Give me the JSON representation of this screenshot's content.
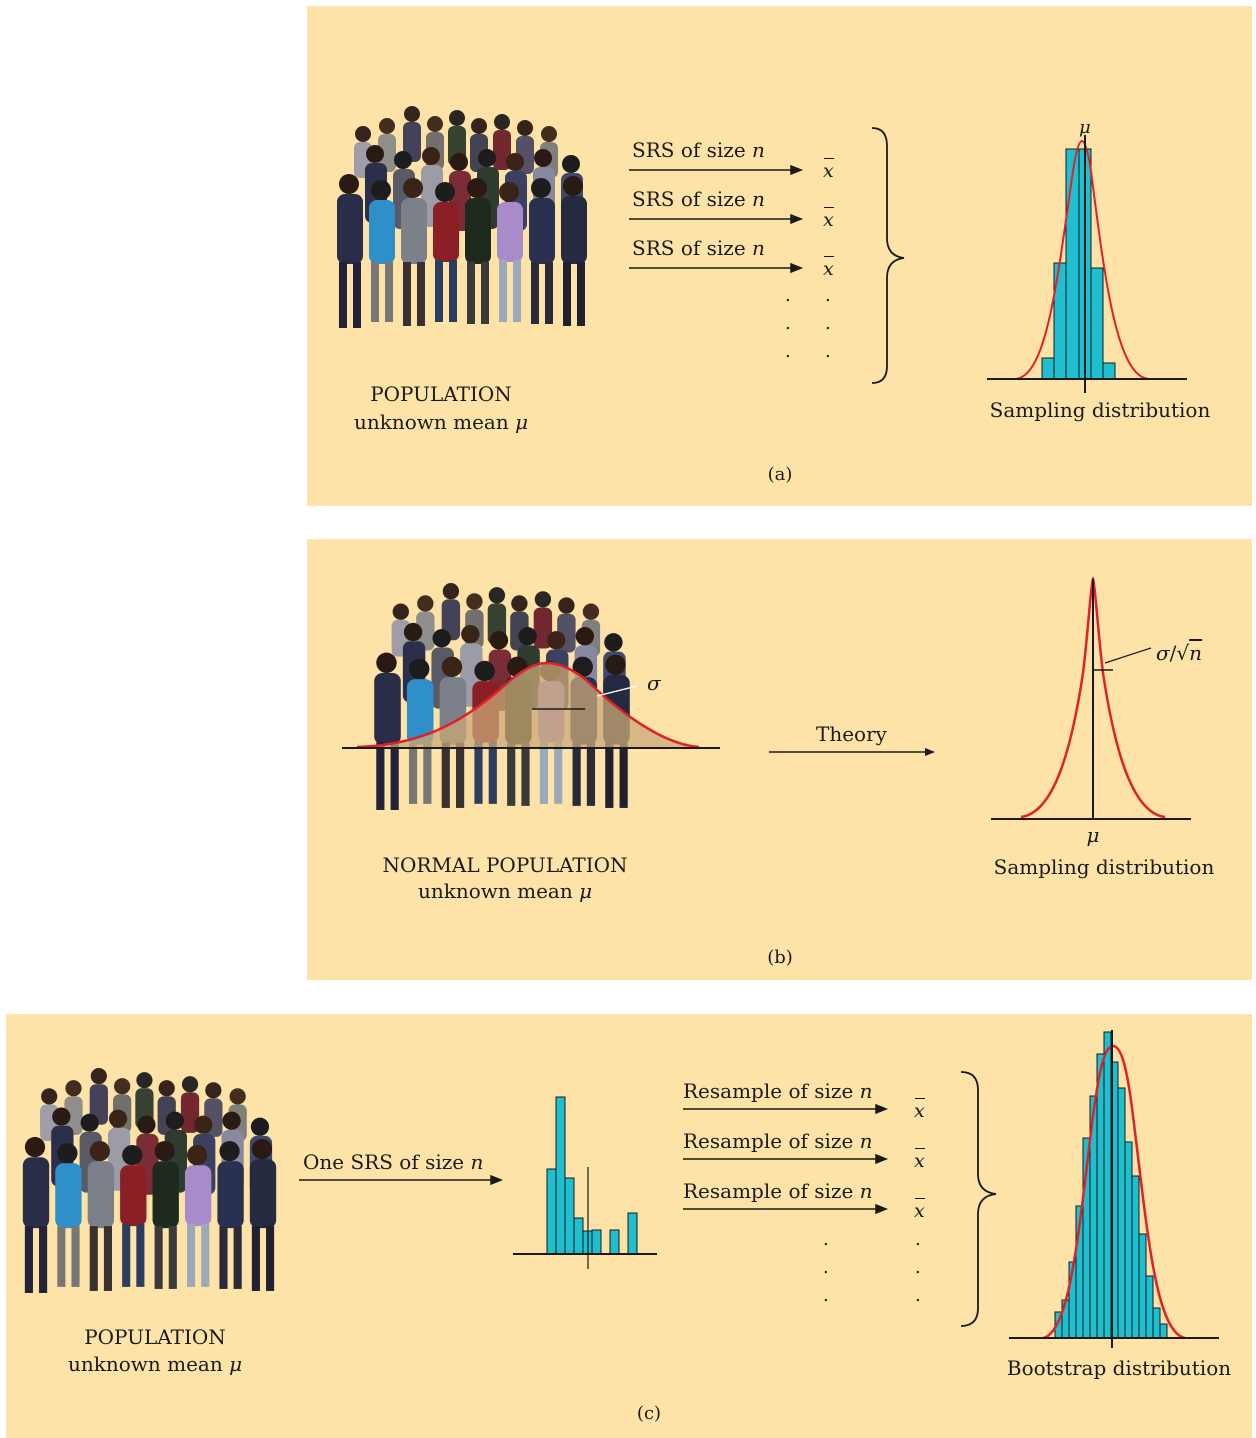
{
  "panel_a": {
    "population_label": "POPULATION",
    "mean_label": "unknown mean",
    "mu": "μ",
    "arrows": [
      {
        "text": "SRS of size",
        "n": "n"
      },
      {
        "text": "SRS of size",
        "n": "n"
      },
      {
        "text": "SRS of size",
        "n": "n"
      }
    ],
    "xbar": "x",
    "dist_label": "Sampling distribution",
    "caption": "(a)"
  },
  "panel_b": {
    "population_label": "NORMAL POPULATION",
    "mean_label": "unknown mean",
    "mu": "μ",
    "sigma": "σ",
    "theory": "Theory",
    "se_sigma": "σ",
    "se_slash": "/",
    "se_sqrt": "√",
    "se_n": "n",
    "mu_axis": "μ",
    "dist_label": "Sampling distribution",
    "caption": "(b)"
  },
  "panel_c": {
    "population_label": "POPULATION",
    "mean_label": "unknown mean",
    "mu": "μ",
    "one_srs": {
      "text": "One SRS of size",
      "n": "n"
    },
    "arrows": [
      {
        "text": "Resample of size",
        "n": "n"
      },
      {
        "text": "Resample of size",
        "n": "n"
      },
      {
        "text": "Resample of size",
        "n": "n"
      }
    ],
    "xbar": "x",
    "dist_label": "Bootstrap distribution",
    "caption": "(c)"
  },
  "colors": {
    "panel_bg": "#fde3a7",
    "hist_fill": "#1fbfcf",
    "curve": "#e0202a",
    "axis": "#1a1a1a"
  }
}
